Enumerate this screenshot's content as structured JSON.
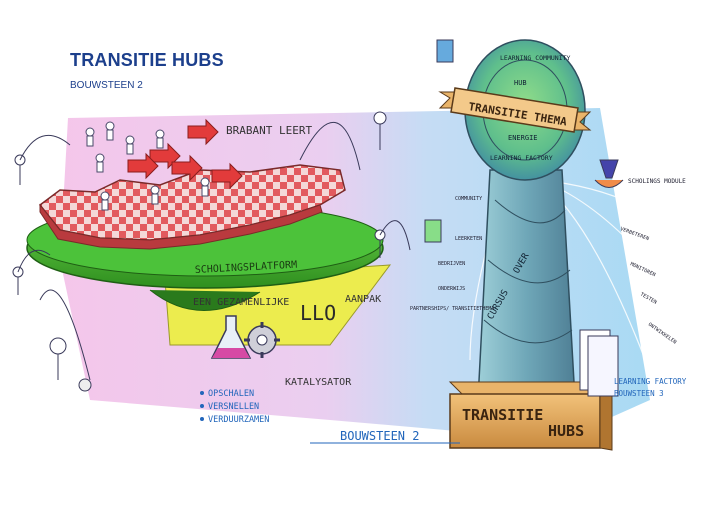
{
  "header": {
    "title": "TRANSITIE HUBS",
    "subtitle": "BOUWSTEEN 2"
  },
  "platform": {
    "brabant_label": "BRABANT LEERT",
    "scholingsplatform": "SCHOLINGSPLATFORM",
    "gezamenlijke": "EEN GEZAMENLIJKE",
    "llo": "LLO",
    "aanpak": "AANPAK",
    "katalysator": "KATALYSATOR",
    "benefits": [
      "OPSCHALEN",
      "VERSNELLEN",
      "VERDUURZAMEN"
    ],
    "bouwsteen_label": "BOUWSTEEN 2"
  },
  "tower": {
    "disc_rings": [
      "LEARNING COMMUNITY",
      "HUB",
      "ENERGIE",
      "LEARNING FACTORY"
    ],
    "banner": "TRANSITIE THEMA",
    "base_left": "TRANSITIE",
    "base_right": "HUBS",
    "stem_words": [
      "CURSUS",
      "OVER"
    ],
    "left_labels": [
      "COMMUNITY",
      "LEERKETEN",
      "BEDRIJVEN",
      "ONDERWIJS",
      "PARTNERSHIPS/ TRANSITIETHEMA"
    ],
    "right_labels": [
      "VERBETEREN",
      "MONITOREN",
      "TESTEN",
      "ONTWIKKELEN"
    ],
    "scholings_module": "SCHOLINGS MODULE",
    "learning_factory": "LEARNING FACTORY",
    "bouwsteen3": "BOUWSTEEN 3"
  },
  "colors": {
    "title": "#1c3f8c",
    "pink_bg": "#f1bde6",
    "blue_bg": "#a9dcf4",
    "green_platform": "#44b82a",
    "yellow_plane": "#ecec4e",
    "map_red": "#e8565a",
    "ink": "#3a3a5a",
    "tower_teal": "#7fb9c6"
  }
}
